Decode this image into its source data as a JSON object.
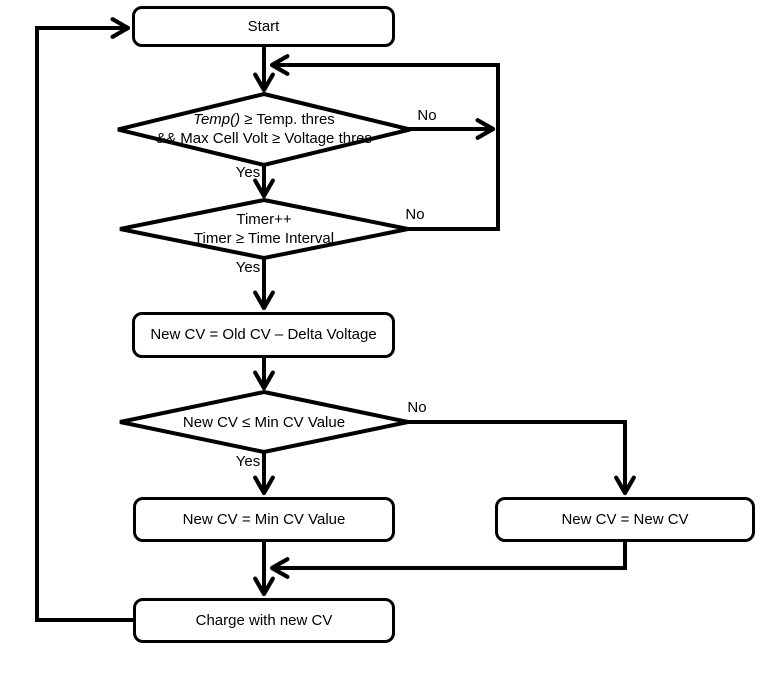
{
  "diagram": {
    "colors": {
      "line": "#000000",
      "background": "#ffffff"
    },
    "nodes": {
      "start": {
        "label": "Start"
      },
      "decision_temp": {
        "line1_italic": "Temp()",
        "line1_rest": " ≥ Temp. thres",
        "line2": "&& Max Cell Volt ≥ Voltage thres"
      },
      "decision_timer": {
        "line1": "Timer++",
        "line2": "Timer ≥ Time Interval"
      },
      "process_delta": {
        "label": "New CV = Old CV – Delta Voltage"
      },
      "decision_min": {
        "label": "New CV ≤ Min CV Value"
      },
      "process_min": {
        "label": "New CV = Min CV Value"
      },
      "process_keep": {
        "label": "New CV = New CV"
      },
      "process_charge": {
        "label": "Charge with new CV"
      }
    },
    "edge_labels": {
      "temp_no": "No",
      "temp_yes": "Yes",
      "timer_no": "No",
      "timer_yes": "Yes",
      "min_no": "No",
      "min_yes": "Yes"
    }
  }
}
